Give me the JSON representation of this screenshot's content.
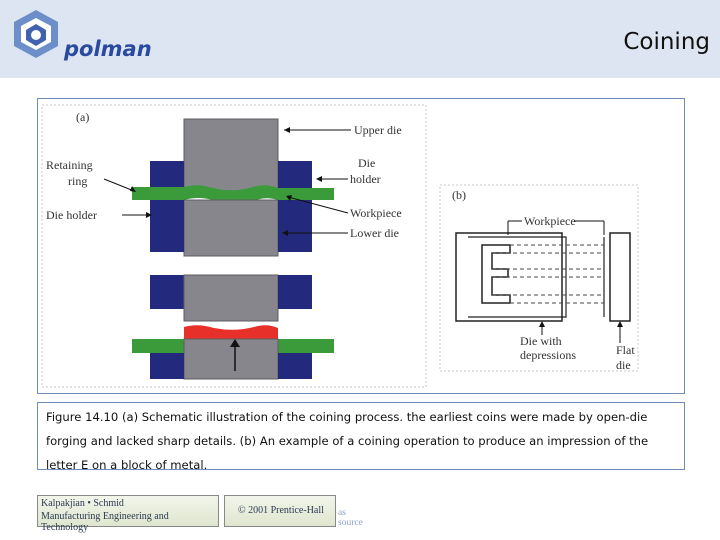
{
  "header": {
    "logo_text": "polman",
    "title": "Coining"
  },
  "figure": {
    "panel_a": {
      "tag": "(a)",
      "labels": {
        "upper_die": "Upper die",
        "die_holder_line1": "Die",
        "die_holder_line2": "holder",
        "retaining_line1": "Retaining",
        "retaining_line2": "ring",
        "die_holder_left": "Die holder",
        "workpiece": "Workpiece",
        "lower_die": "Lower die"
      }
    },
    "panel_b": {
      "tag": "(b)",
      "labels": {
        "workpiece": "Workpiece",
        "die_with_line1": "Die with",
        "die_with_line2": "depressions",
        "flat_line1": "Flat",
        "flat_line2": "die"
      }
    }
  },
  "caption": {
    "text": "Figure 14.10 (a) Schematic illustration of the coining process. the earliest coins were made by open-die forging and lacked sharp details. (b) An example of a coining operation to produce an impression of the letter E on a block of metal."
  },
  "footer": {
    "credit_line1": "Kalpakjian • Schmid",
    "credit_line2": "Manufacturing Engineering and Technology",
    "copyright": "© 2001 Prentice-Hall",
    "source_note": "as source"
  },
  "colors": {
    "header_bg": "#dce5f1",
    "die_gray": "#87868d",
    "holder_navy": "#232a7d",
    "ring_green": "#3b9a3a",
    "formed_red": "#e8302a",
    "frame_border": "#6f8fb8"
  }
}
